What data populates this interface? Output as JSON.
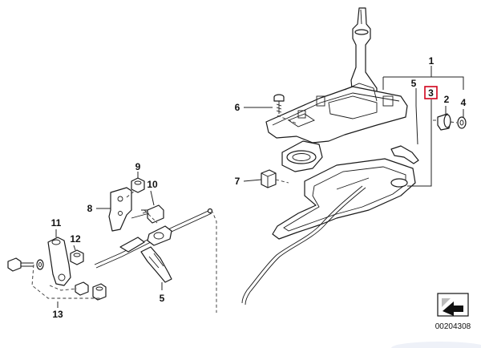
{
  "callouts": {
    "c1": "1",
    "c2": "2",
    "c3": "3",
    "c4": "4",
    "c5_top": "5",
    "c5_bottom": "5",
    "c6": "6",
    "c7": "7",
    "c8": "8",
    "c9": "9",
    "c10": "10",
    "c11": "11",
    "c12": "12",
    "c13": "13"
  },
  "document_number": "00204308",
  "highlight_color": "#d0021b"
}
